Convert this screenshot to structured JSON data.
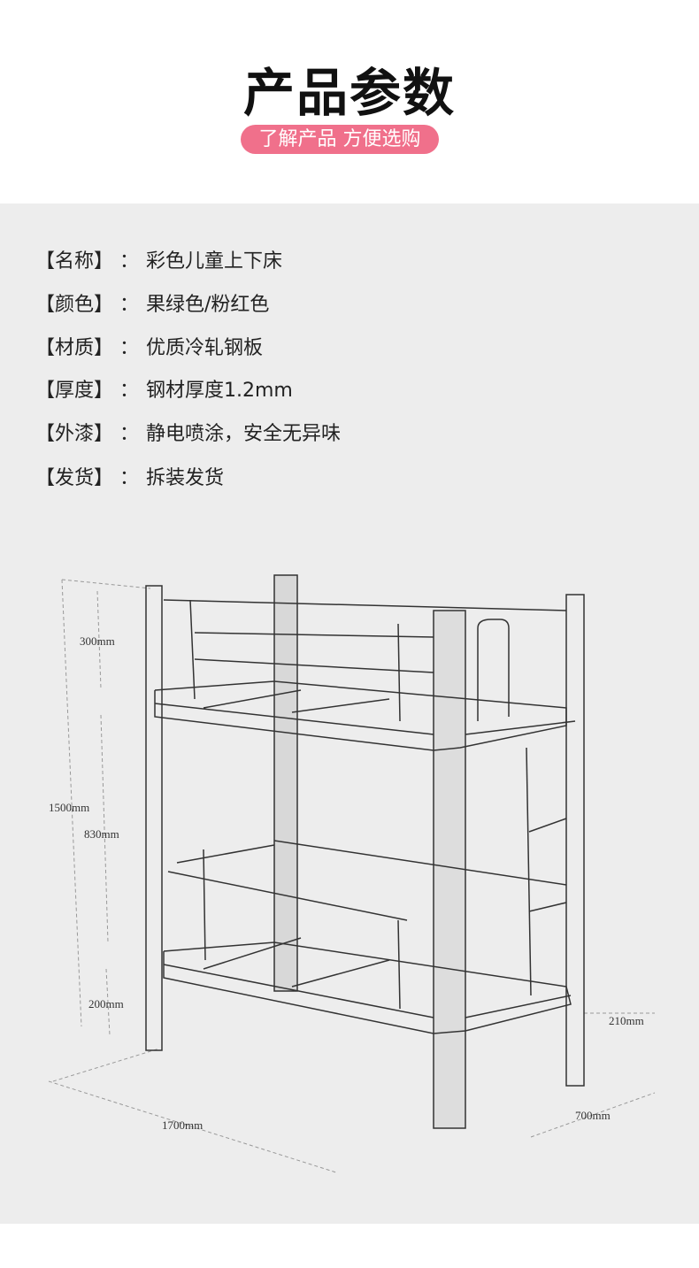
{
  "header": {
    "title": "产品参数",
    "subtitle": "了解产品 方便选购"
  },
  "specs": [
    {
      "label": "【名称】",
      "value": "彩色儿童上下床"
    },
    {
      "label": "【颜色】",
      "value": "果绿色/粉红色"
    },
    {
      "label": "【材质】",
      "value": "优质冷轧钢板"
    },
    {
      "label": "【厚度】",
      "value": "钢材厚度1.2mm"
    },
    {
      "label": "【外漆】",
      "value": "静电喷涂，安全无异味"
    },
    {
      "label": "【发货】",
      "value": "拆装发货"
    }
  ],
  "colon": "：",
  "dimensions": {
    "rail": "300mm",
    "total_height": "1500mm",
    "bunk_gap": "830mm",
    "bottom": "200mm",
    "side": "210mm",
    "length": "1700mm",
    "width": "700mm"
  },
  "colors": {
    "accent": "#f0708b",
    "panel": "#ededed"
  }
}
